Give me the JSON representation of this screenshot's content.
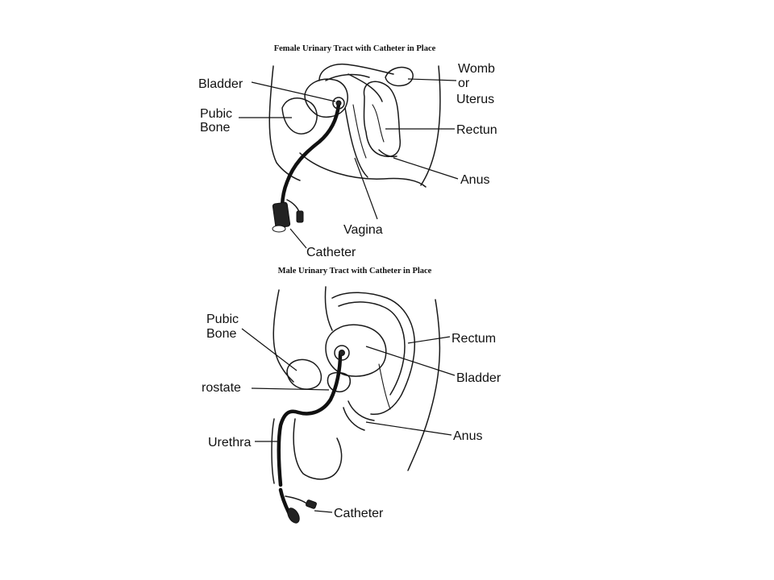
{
  "female": {
    "title": "Female Urinary Tract with Catheter in Place",
    "labels": {
      "bladder": "Bladder",
      "pubic_bone_line1": "Pubic",
      "pubic_bone_line2": "Bone",
      "womb_line1": "Womb",
      "womb_line2": "or",
      "womb_line3": "Uterus",
      "rectum": "Rectun",
      "anus": "Anus",
      "vagina": "Vagina",
      "catheter": "Catheter"
    }
  },
  "male": {
    "title": "Male Urinary Tract with Catheter in Place",
    "labels": {
      "pubic_bone_line1": "Pubic",
      "pubic_bone_line2": "Bone",
      "rectum": "Rectum",
      "bladder": "Bladder",
      "prostate": "rostate",
      "anus": "Anus",
      "urethra": "Urethra",
      "catheter": "Catheter"
    }
  }
}
